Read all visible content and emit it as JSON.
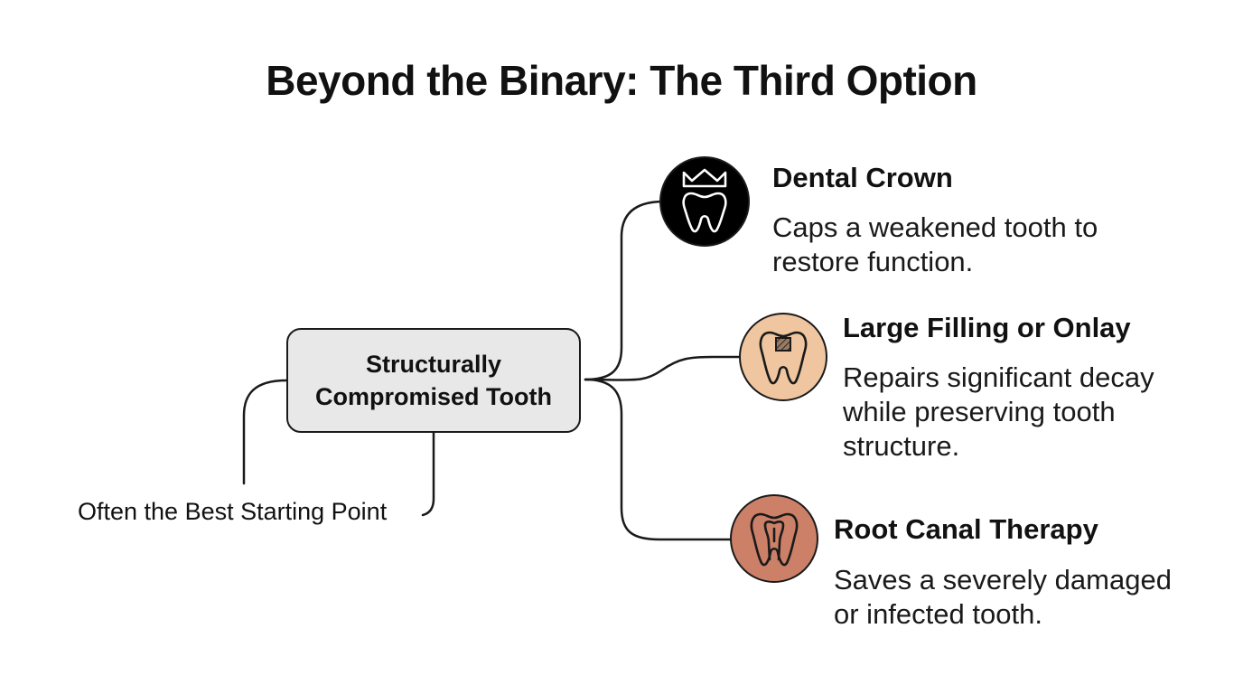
{
  "title": "Beyond the Binary: The Third Option",
  "center": {
    "line1": "Structurally",
    "line2": "Compromised Tooth"
  },
  "left_note": "Often the Best Starting Point",
  "options": [
    {
      "title": "Dental Crown",
      "desc_line1": "Caps a weakened tooth to",
      "desc_line2": "restore function.",
      "icon": "crown-tooth-icon",
      "color": "#000000"
    },
    {
      "title": "Large Filling or Onlay",
      "desc_line1": "Repairs significant decay",
      "desc_line2": "while preserving tooth",
      "desc_line3": "structure.",
      "icon": "filled-tooth-icon",
      "color": "#efc6a0"
    },
    {
      "title": "Root Canal Therapy",
      "desc_line1": "Saves a severely damaged",
      "desc_line2": "or infected tooth.",
      "icon": "root-canal-tooth-icon",
      "color": "#cc8068"
    }
  ]
}
